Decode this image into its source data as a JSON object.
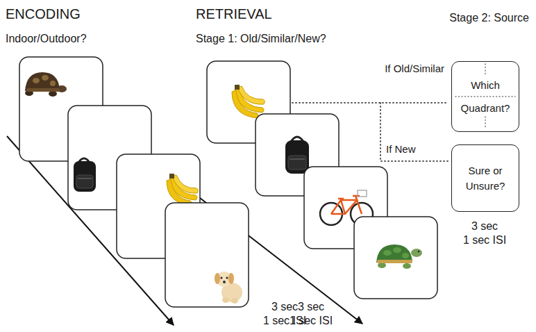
{
  "diagram": {
    "nodes": [
      {
        "text": [
          "Which Quadrant?"
        ]
      },
      {
        "text": [
          "Sure or Unsure?"
        ]
      }
    ],
    "labels": [
      "ENCODING",
      "Indoor/Outdoor?",
      "RETRIEVAL",
      "Stage 1: Old/Similar/New?",
      "Stage 2: Source",
      "If Old/Similar",
      "If New",
      "3 sec",
      "1 sec ISI",
      "3 sec",
      "1 sec ISI",
      "3 sec",
      "1 sec ISI"
    ]
  }
}
